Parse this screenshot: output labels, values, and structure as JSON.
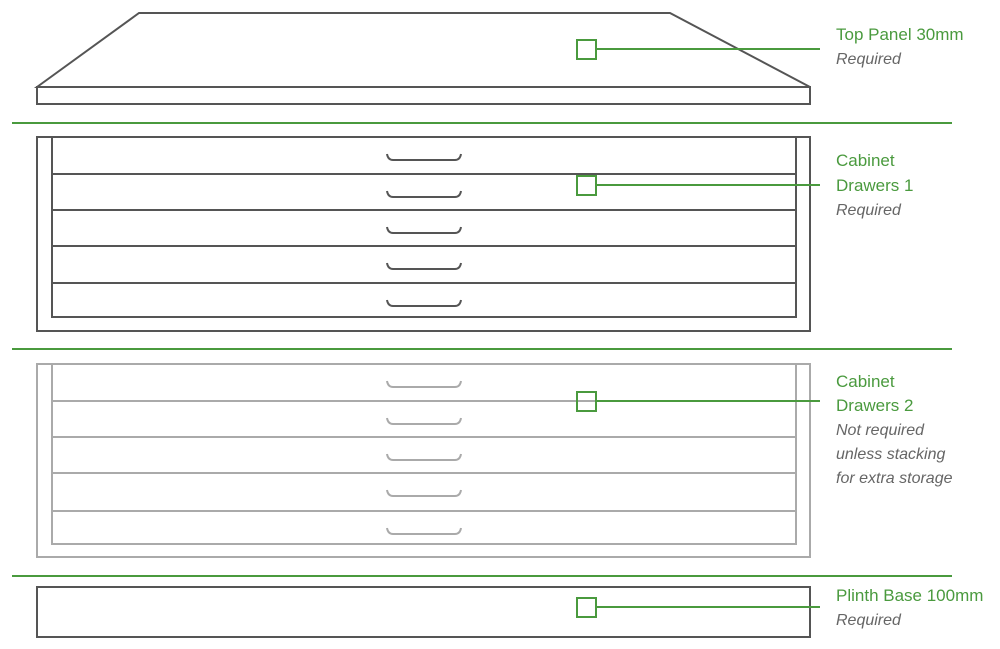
{
  "colors": {
    "accent": "#4a9a3e",
    "required_stroke": "#555555",
    "optional_stroke": "#aaaaaa"
  },
  "components": [
    {
      "title": [
        "Top Panel 30mm"
      ],
      "note": [
        "Required"
      ]
    },
    {
      "title": [
        "Cabinet",
        "Drawers 1"
      ],
      "note": [
        "Required"
      ]
    },
    {
      "title": [
        "Cabinet",
        "Drawers 2"
      ],
      "note": [
        "Not required",
        "unless stacking",
        "for extra storage"
      ]
    },
    {
      "title": [
        "Plinth Base 100mm"
      ],
      "note": [
        "Required"
      ]
    }
  ]
}
